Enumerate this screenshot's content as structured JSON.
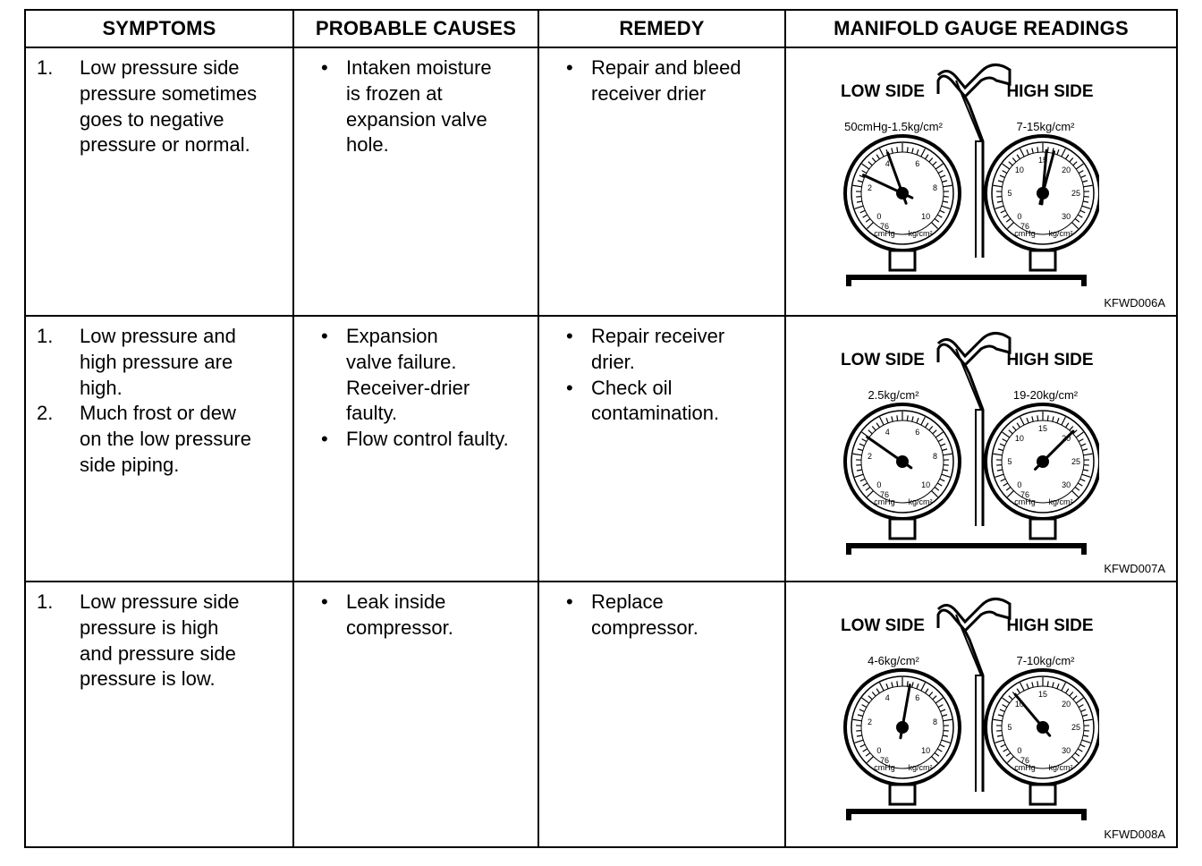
{
  "headers": [
    "SYMPTOMS",
    "PROBABLE CAUSES",
    "REMEDY",
    "MANIFOLD GAUGE READINGS"
  ],
  "rows": [
    {
      "symptoms": [
        {
          "num": "1.",
          "text": [
            "Low pressure side",
            "pressure sometimes",
            "goes to negative",
            "pressure or normal."
          ]
        }
      ],
      "causes": [
        {
          "text": [
            "Intaken moisture",
            "is frozen at",
            "expansion valve",
            "hole."
          ]
        }
      ],
      "remedy": [
        {
          "text": [
            "Repair and bleed",
            "receiver drier"
          ]
        }
      ],
      "gauge": {
        "low_label": "LOW SIDE",
        "high_label": "HIGH SIDE",
        "low_reading": "50cmHg-1.5kg/cm²",
        "high_reading": "7-15kg/cm²",
        "code": "KFWD006A",
        "low_needle_deg": [
          -65,
          -20
        ],
        "high_needle_deg": [
          5,
          15
        ]
      }
    },
    {
      "symptoms": [
        {
          "num": "1.",
          "text": [
            "Low pressure and",
            "high pressure are",
            "high."
          ]
        },
        {
          "num": "2.",
          "text": [
            "Much frost or dew",
            "on the low pressure",
            "side piping."
          ]
        }
      ],
      "causes": [
        {
          "text": [
            "Expansion",
            "valve failure.",
            "Receiver-drier",
            "faulty."
          ]
        },
        {
          "text": [
            "Flow control faulty."
          ]
        }
      ],
      "remedy": [
        {
          "text": [
            "Repair receiver",
            "drier."
          ]
        },
        {
          "text": [
            "Check oil",
            "contamination."
          ]
        }
      ],
      "gauge": {
        "low_label": "LOW SIDE",
        "high_label": "HIGH SIDE",
        "low_reading": "2.5kg/cm²",
        "high_reading": "19-20kg/cm²",
        "code": "KFWD007A",
        "low_needle_deg": [
          -55
        ],
        "high_needle_deg": [
          45
        ]
      }
    },
    {
      "symptoms": [
        {
          "num": "1.",
          "text": [
            "Low pressure side",
            "pressure is high",
            "and pressure side",
            "pressure is low."
          ]
        }
      ],
      "causes": [
        {
          "text": [
            "Leak inside",
            "compressor."
          ]
        }
      ],
      "remedy": [
        {
          "text": [
            "Replace",
            "compressor."
          ]
        }
      ],
      "gauge": {
        "low_label": "LOW SIDE",
        "high_label": "HIGH SIDE",
        "low_reading": "4-6kg/cm²",
        "high_reading": "7-10kg/cm²",
        "code": "KFWD008A",
        "low_needle_deg": [
          10
        ],
        "high_needle_deg": [
          -40
        ]
      }
    }
  ],
  "gauge_scale": {
    "low_ticks": [
      "0",
      "2",
      "4",
      "6",
      "8",
      "10"
    ],
    "low_unit_left": "76",
    "low_unit_left2": "cmHg",
    "low_unit_right": "kg/cm²",
    "high_ticks": [
      "0",
      "5",
      "10",
      "15",
      "20",
      "25",
      "30"
    ],
    "high_unit_left": "76",
    "high_unit_left2": "cmHg",
    "high_unit_right": "kg/cm²"
  }
}
